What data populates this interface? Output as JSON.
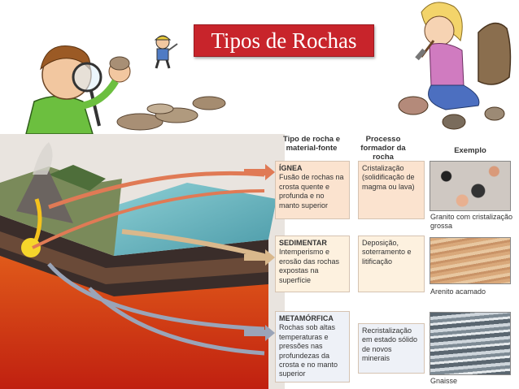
{
  "title": "Tipos de Rochas",
  "headers": {
    "col1": "Tipo de rocha e material-fonte",
    "col2": "Processo formador da rocha",
    "col3": "Exemplo"
  },
  "rows": [
    {
      "type": "ÍGNEA",
      "source": "Fusão de rochas na crosta quente e profunda e no manto superior",
      "process": "Cristalização (solidificação de magma ou lava)",
      "example": "Granito com cristalização grossa"
    },
    {
      "type": "SEDIMENTAR",
      "source": "Intemperismo e erosão das rochas expostas na superfície",
      "process": "Deposição, soterramento e litificação",
      "example": "Arenito acamado"
    },
    {
      "type": "METAMÓRFICA",
      "source": "Rochas sob altas temperaturas e pressões nas profundezas da crosta e no manto superior",
      "process": "Recristalização em estado sólido de novos minerais",
      "example": "Gnaisse"
    }
  ],
  "colors": {
    "title_bg": "#c8242b",
    "igneous_box": "#fbe3cf",
    "sedimentary_box": "#fdf1df",
    "metamorphic_box": "#eef1f7",
    "arrow_igneous": "#e07a55",
    "arrow_sedimentary": "#d9b88c",
    "arrow_metamorphic": "#9aa4b8"
  },
  "illustrations": [
    "boy-with-magnifier-icon",
    "miner-icon",
    "girl-with-hammer-icon",
    "rock-cycle-block-diagram"
  ]
}
